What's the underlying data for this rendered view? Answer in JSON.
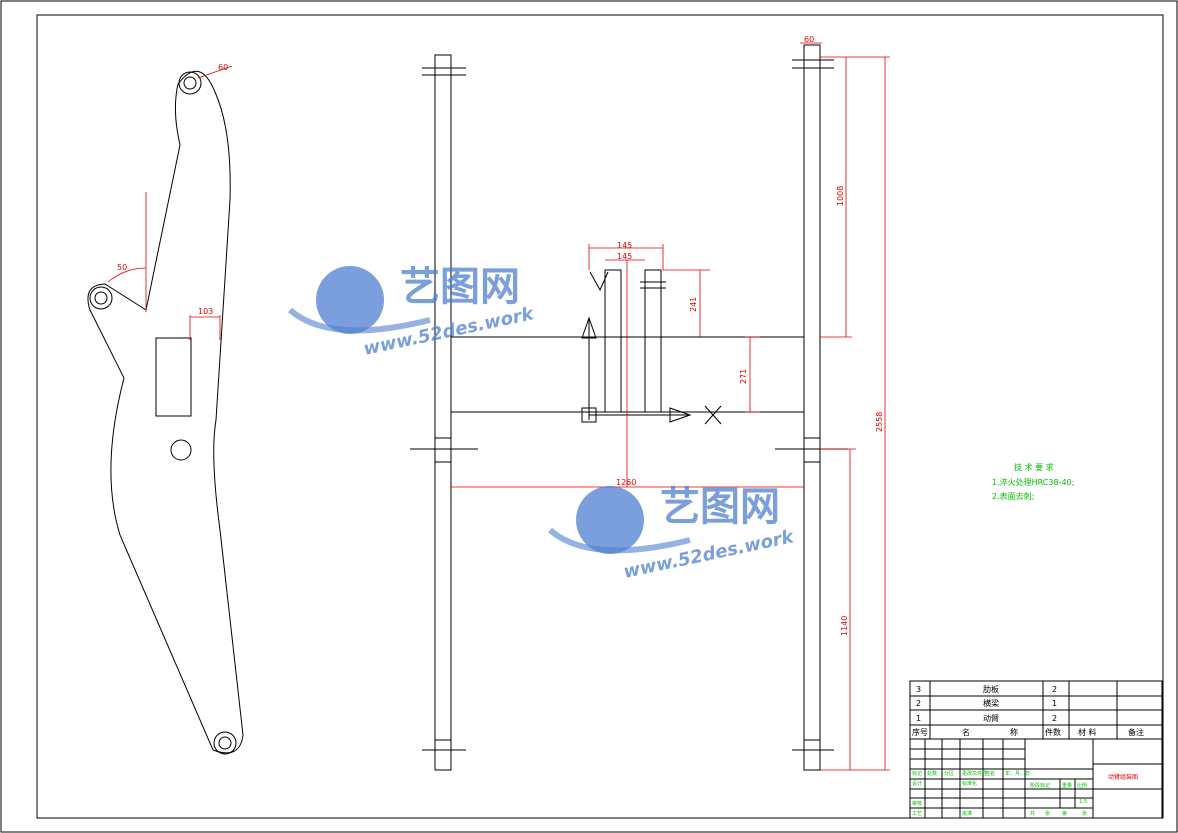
{
  "dimensions": {
    "left_top_hole": "60",
    "left_side_hole": "50",
    "left_slot": "103",
    "right_plate_width": "60",
    "upper_width_1": "145",
    "upper_width_2": "145",
    "upper_height": "241",
    "middle_height": "271",
    "span": "1260",
    "top_segment": "1008",
    "bottom_segment": "1140",
    "overall_height": "2558"
  },
  "technical_notes": {
    "heading": "技 术 要 求",
    "items": [
      "1.淬火处理HRC38-40;",
      "2.表面去刺;"
    ]
  },
  "parts_list": {
    "rows": [
      {
        "no": "3",
        "name": "肋板",
        "qty": "2"
      },
      {
        "no": "2",
        "name": "横梁",
        "qty": "1"
      },
      {
        "no": "1",
        "name": "动臂",
        "qty": "2"
      }
    ],
    "headers": {
      "no": "序号",
      "name_1": "名",
      "name_2": "称",
      "qty": "件数",
      "material": "材 料",
      "remark": "备注"
    }
  },
  "title_block": {
    "drawing_title": "动臂组装图",
    "labels": [
      "标记",
      "处数",
      "分区",
      "更改文件号",
      "签名",
      "年、月、日",
      "设计",
      "标准化",
      "阶段标记",
      "重量",
      "比例",
      "审核",
      "工艺",
      "批准"
    ],
    "scale": "1:5",
    "sheet_info": [
      "共",
      "张",
      "第",
      "张"
    ]
  },
  "watermark": {
    "brand": "艺图网",
    "url": "www.52des.work"
  }
}
